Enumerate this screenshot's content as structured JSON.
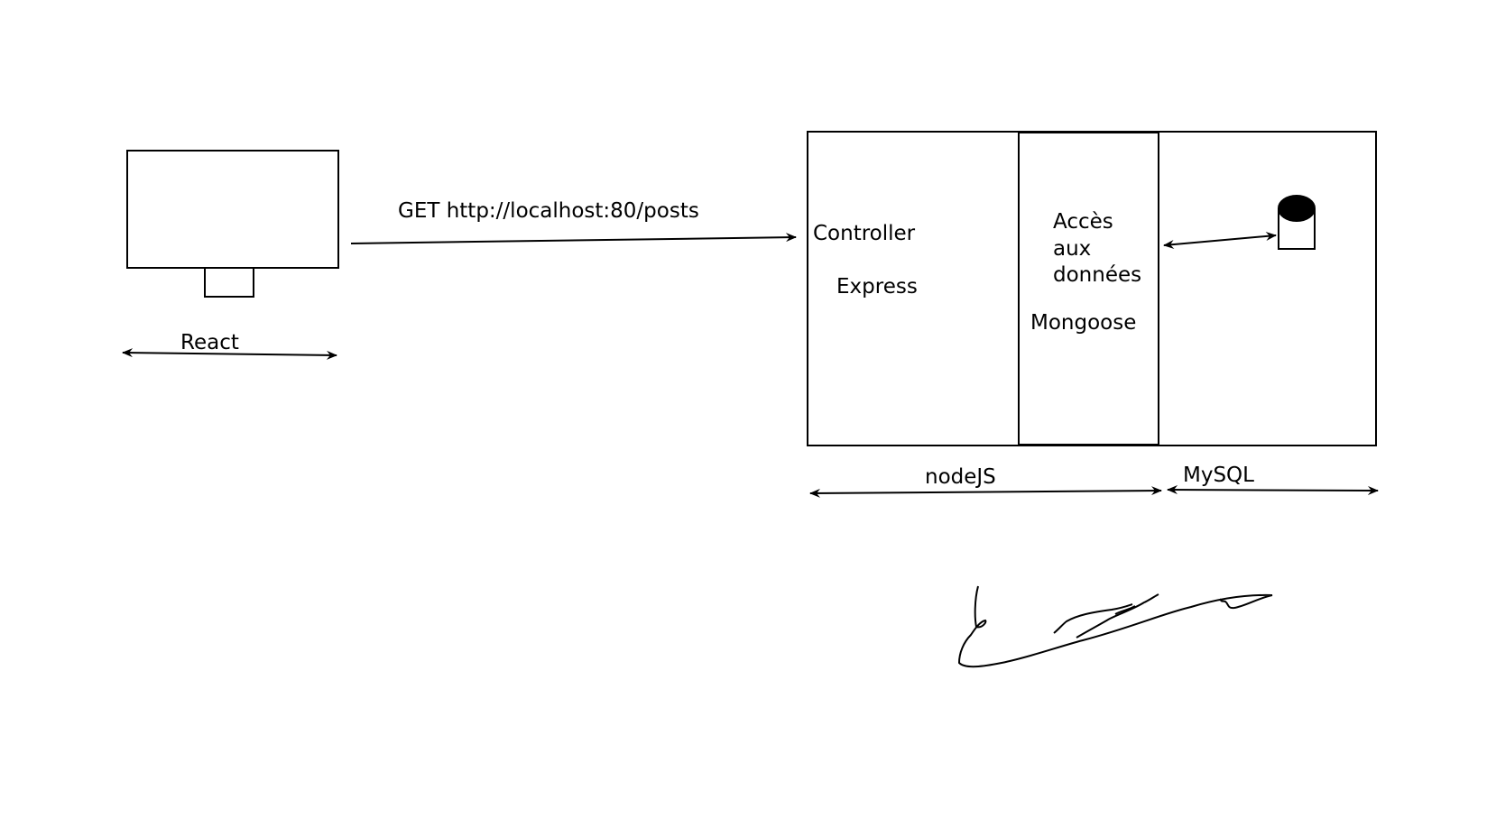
{
  "colors": {
    "ink": "#000000",
    "background": "#ffffff"
  },
  "client": {
    "label": "React",
    "device_icon": "monitor-icon"
  },
  "request": {
    "label": "GET http://localhost:80/posts"
  },
  "server": {
    "controller_label": "Controller",
    "framework_label": "Express",
    "data_access_lines": [
      "Accès",
      "aux",
      "données"
    ],
    "orm_label": "Mongoose",
    "runtime_label": "nodeJS"
  },
  "database": {
    "label": "MySQL",
    "icon": "database-icon"
  },
  "signature": {
    "kind": "handwritten-signature"
  }
}
